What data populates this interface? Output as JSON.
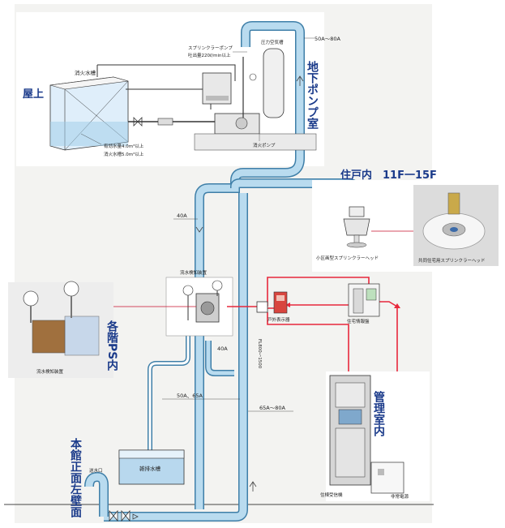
{
  "zones": {
    "rooftop": "屋上",
    "basement_pump_room": "地下ポンプ室",
    "dwelling_interior": "住戸内",
    "floors": "11F一15F",
    "each_floor_ps": "各階PS内",
    "management_room": "管理室内",
    "main_building_wall": "本館正面左壁面"
  },
  "rooftop_labels": {
    "fire_tank": "消火水槽",
    "effective_volume_1": "有効水量4.0m³以上",
    "effective_volume_2": "消火水槽5.0m³以上"
  },
  "pump_labels": {
    "sprinkler_pump_1": "スプリンクラーポンプ",
    "sprinkler_pump_2": "吐出量220ℓ/min以上",
    "pressure_tank": "圧力空気槽",
    "fire_pump": "消火ポンプ"
  },
  "pipe_sizes": {
    "top": "50A～80A",
    "riser": "40A",
    "branch": "40A",
    "drain": "50A、65A",
    "supply": "65A～80A",
    "height_range": "FL800～1500"
  },
  "device_labels": {
    "small_sprinkler_head": "小区画型スプリンクラーヘッド",
    "shared_sprinkler_head": "共同住宅用スプリンクラーヘッド",
    "flow_check_device": "流水検知装置",
    "flow_check_device_photo": "流水検知装置",
    "outdoor_indicator": "戸外表示器",
    "dwelling_alarm": "住宅情報盤",
    "drain_tank": "雑排水槽",
    "siamese_inlet": "送水口",
    "control_panel": "住棟受信機",
    "emergency_power": "非常電源"
  },
  "colors": {
    "pipe_fill": "#b9dbef",
    "pipe_edge": "#3f7fa8",
    "signal_line": "#e8283c",
    "zone_text": "#1a3a8a",
    "panel_bg": "#f3f3f1"
  }
}
